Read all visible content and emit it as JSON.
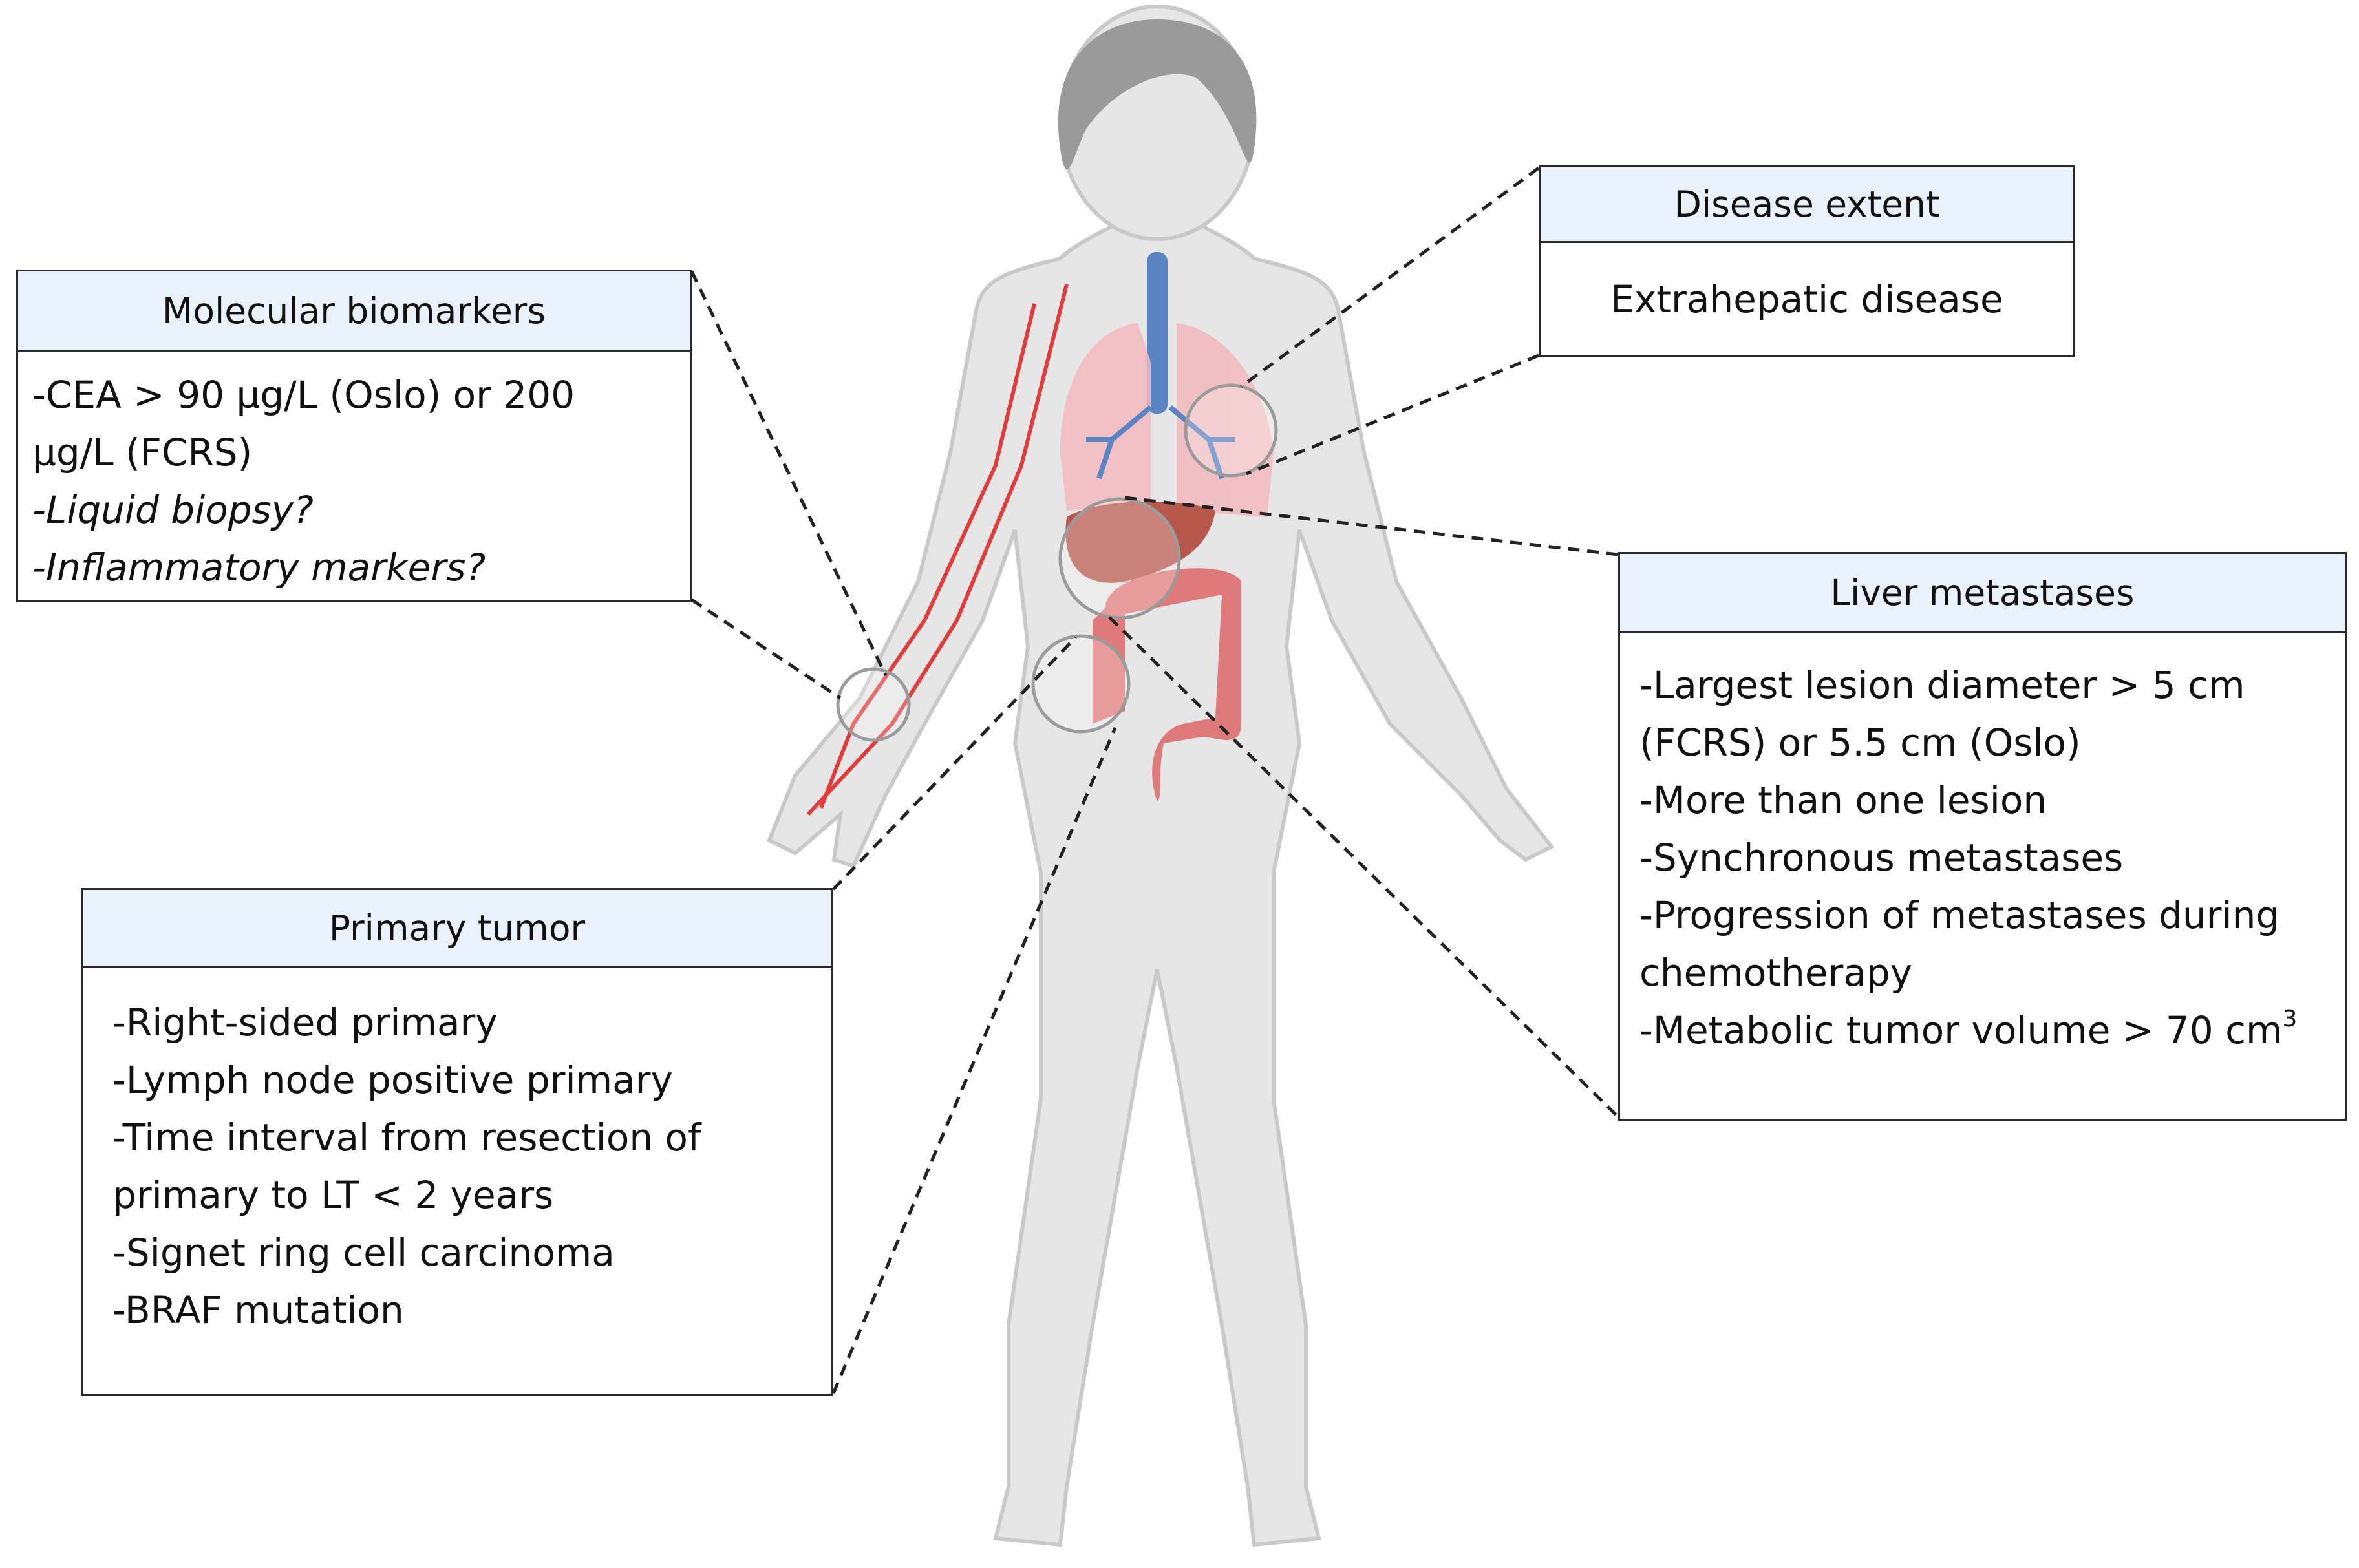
{
  "colors": {
    "header_fill": "#e9f2fb",
    "border": "#2a2a2a",
    "skin": "#e3e3e3",
    "hair": "#9a9a9a",
    "lung": "#f2b9bd",
    "airway": "#5b84c4",
    "colon": "#e07a7a",
    "liver": "#b7584c",
    "vessel": "#e23b3b"
  },
  "icons": [
    "human-body-illustration",
    "lungs-icon",
    "trachea-icon",
    "liver-icon",
    "colon-icon",
    "arm-veins-icon",
    "magnifier-circle-icon"
  ],
  "boxes": {
    "molecular": {
      "title": "Molecular biomarkers",
      "lines": [
        "-CEA > 90 µg/L (Oslo) or 200",
        "µg/L (FCRS)",
        "-Liquid biopsy?",
        "-Inflammatory markers?"
      ]
    },
    "disease": {
      "title": "Disease extent",
      "lines": [
        "Extrahepatic disease"
      ]
    },
    "liver": {
      "title": "Liver metastases",
      "lines": [
        "-Largest lesion diameter > 5 cm",
        "(FCRS) or 5.5 cm (Oslo)",
        "-More than one lesion",
        "-Synchronous metastases",
        "-Progression of metastases during",
        "chemotherapy",
        "-Metabolic tumor volume > 70 cm",
        "3"
      ]
    },
    "primary": {
      "title": "Primary tumor",
      "lines": [
        "-Right-sided primary",
        "-Lymph node positive primary",
        "-Time interval from resection of",
        "primary to LT < 2 years",
        "-Signet ring cell carcinoma",
        "-BRAF mutation"
      ]
    }
  }
}
